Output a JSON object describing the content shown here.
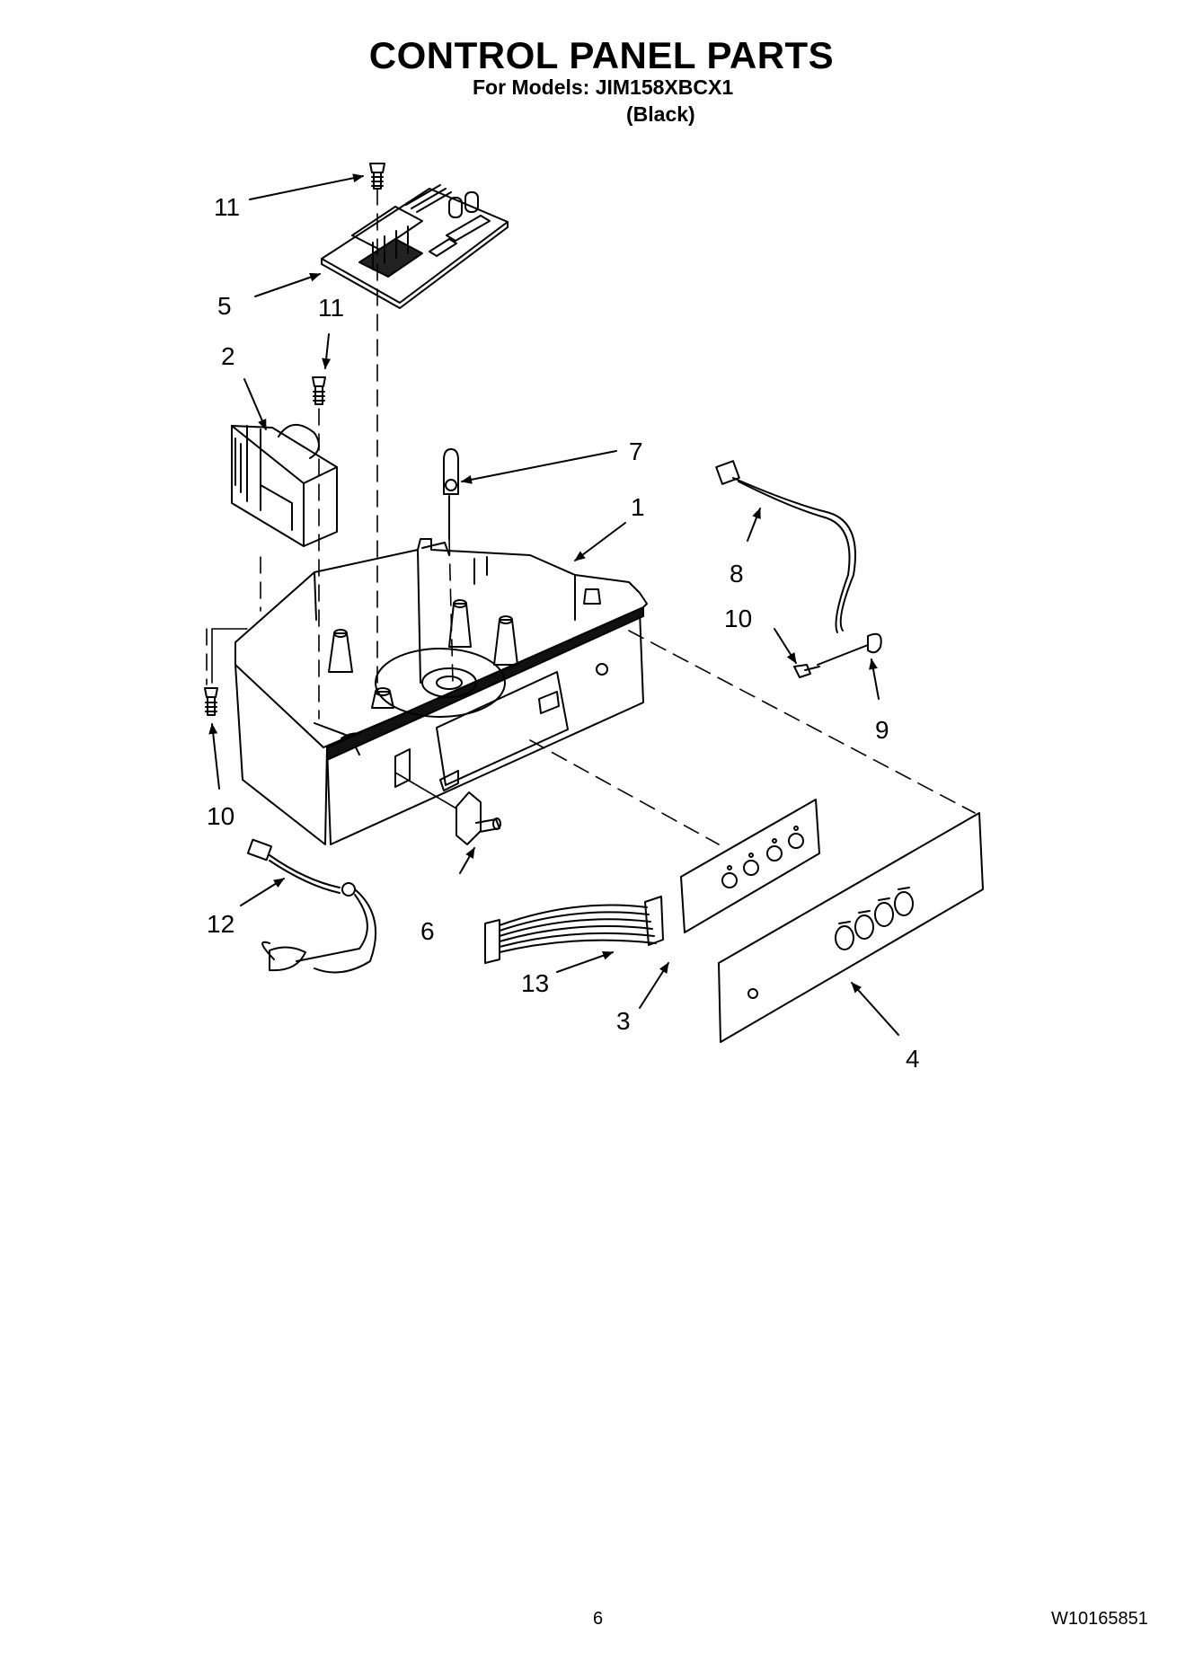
{
  "header": {
    "title": "CONTROL PANEL PARTS",
    "models_line": "For Models: JIM158XBCX1",
    "color_line": "(Black)"
  },
  "callouts": {
    "c1": "1",
    "c2": "2",
    "c3": "3",
    "c4": "4",
    "c5": "5",
    "c6": "6",
    "c7": "7",
    "c8": "8",
    "c9": "9",
    "c10a": "10",
    "c10b": "10",
    "c11a": "11",
    "c11b": "11",
    "c12": "12",
    "c13": "13"
  },
  "footer": {
    "page_number": "6",
    "document_number": "W10165851"
  }
}
